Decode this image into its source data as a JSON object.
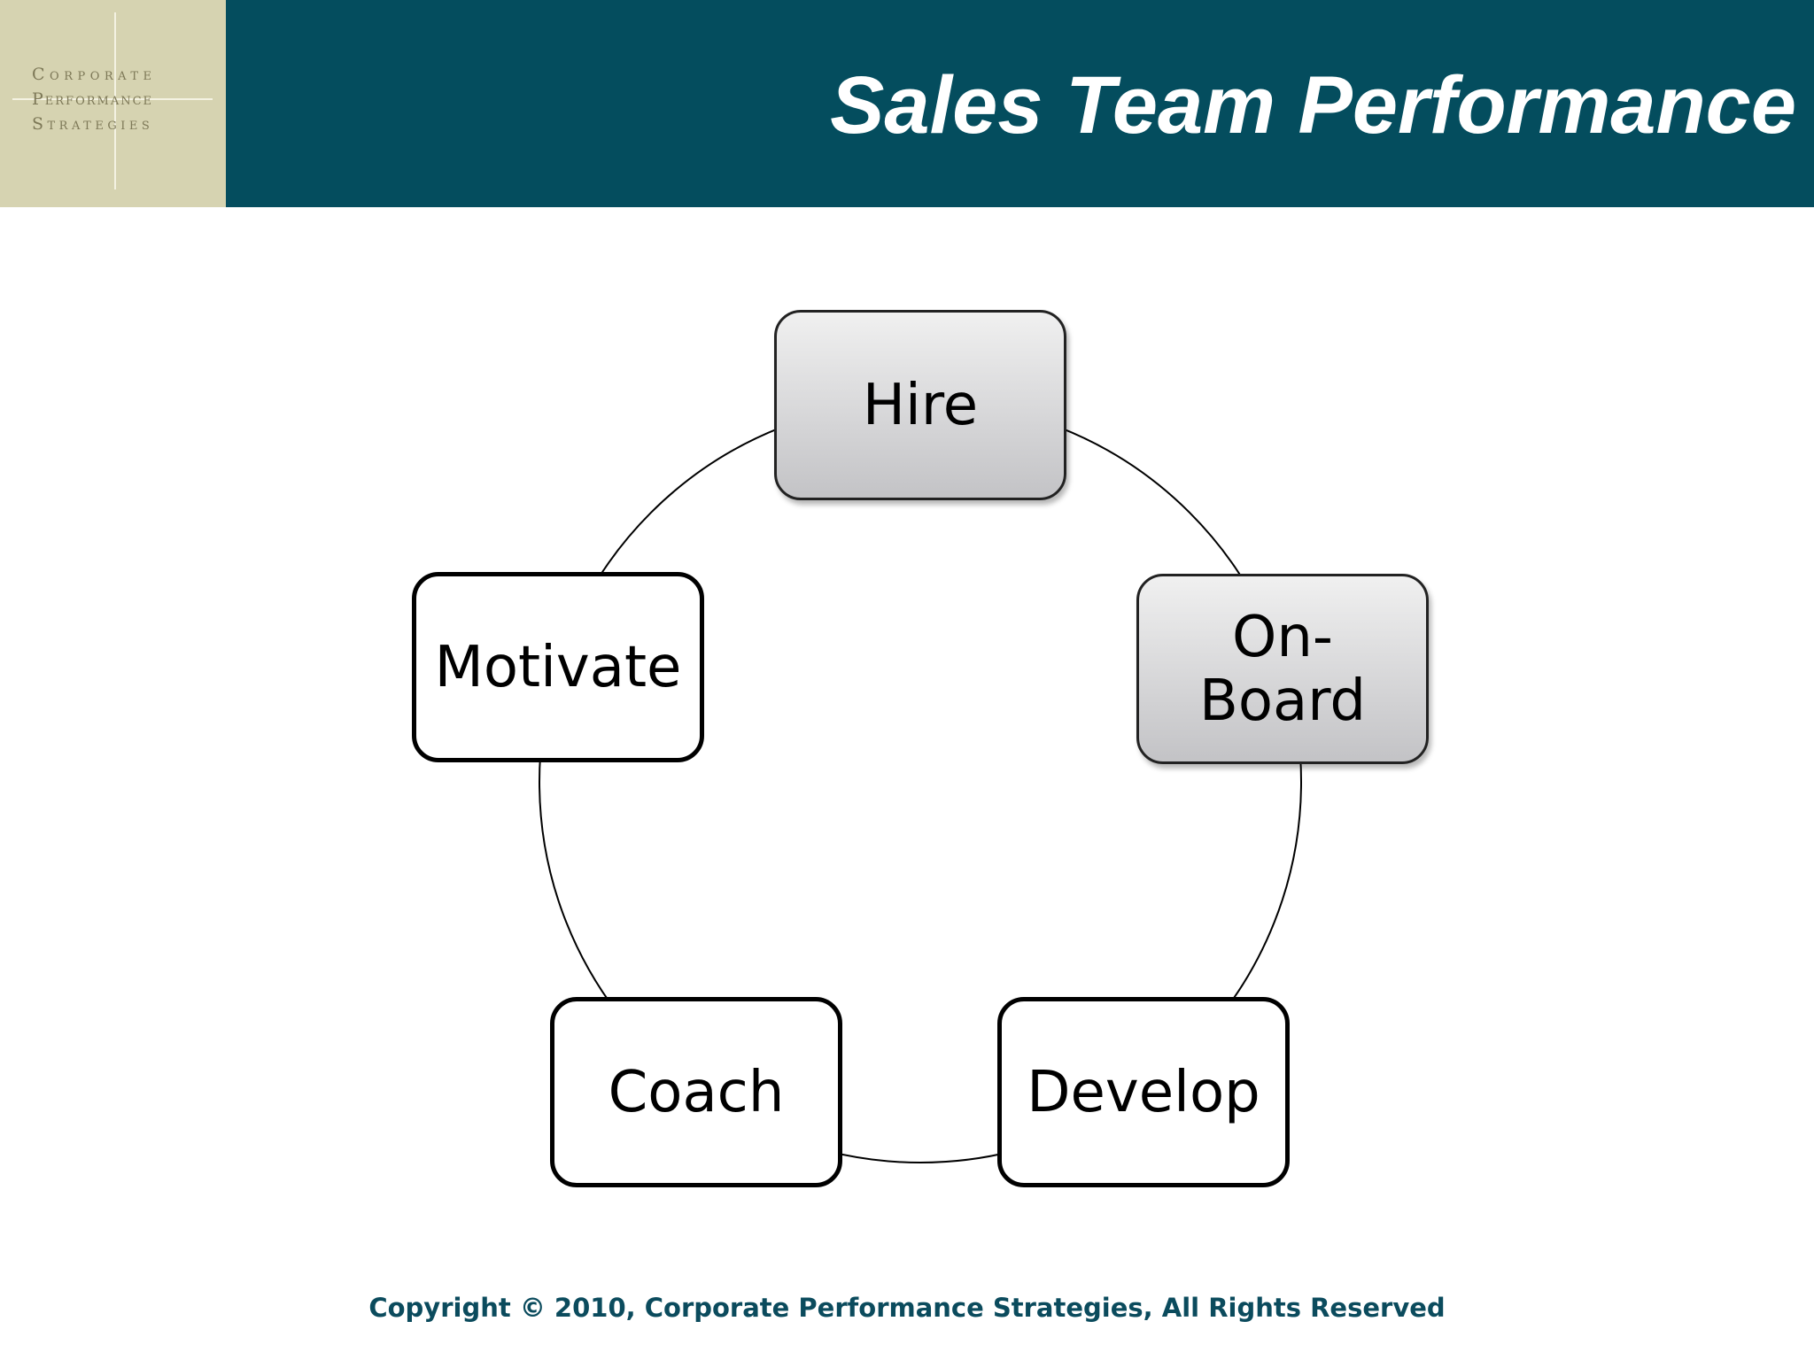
{
  "header": {
    "title": "Sales Team Performance",
    "logo_lines": [
      "Corporate",
      "Performance",
      "Strategies"
    ]
  },
  "cycle": {
    "nodes": [
      {
        "id": "hire",
        "label": "Hire",
        "style": "gray"
      },
      {
        "id": "on-board",
        "label": "On-\nBoard",
        "style": "gray"
      },
      {
        "id": "develop",
        "label": "Develop",
        "style": "white"
      },
      {
        "id": "coach",
        "label": "Coach",
        "style": "white"
      },
      {
        "id": "motivate",
        "label": "Motivate",
        "style": "white"
      }
    ]
  },
  "footer": {
    "copyright": "Copyright © 2010, Corporate Performance Strategies, All Rights Reserved"
  },
  "colors": {
    "header_bg": "#044d5e",
    "logo_bg": "#d6d3b1",
    "footer_text": "#0b4b5d"
  }
}
